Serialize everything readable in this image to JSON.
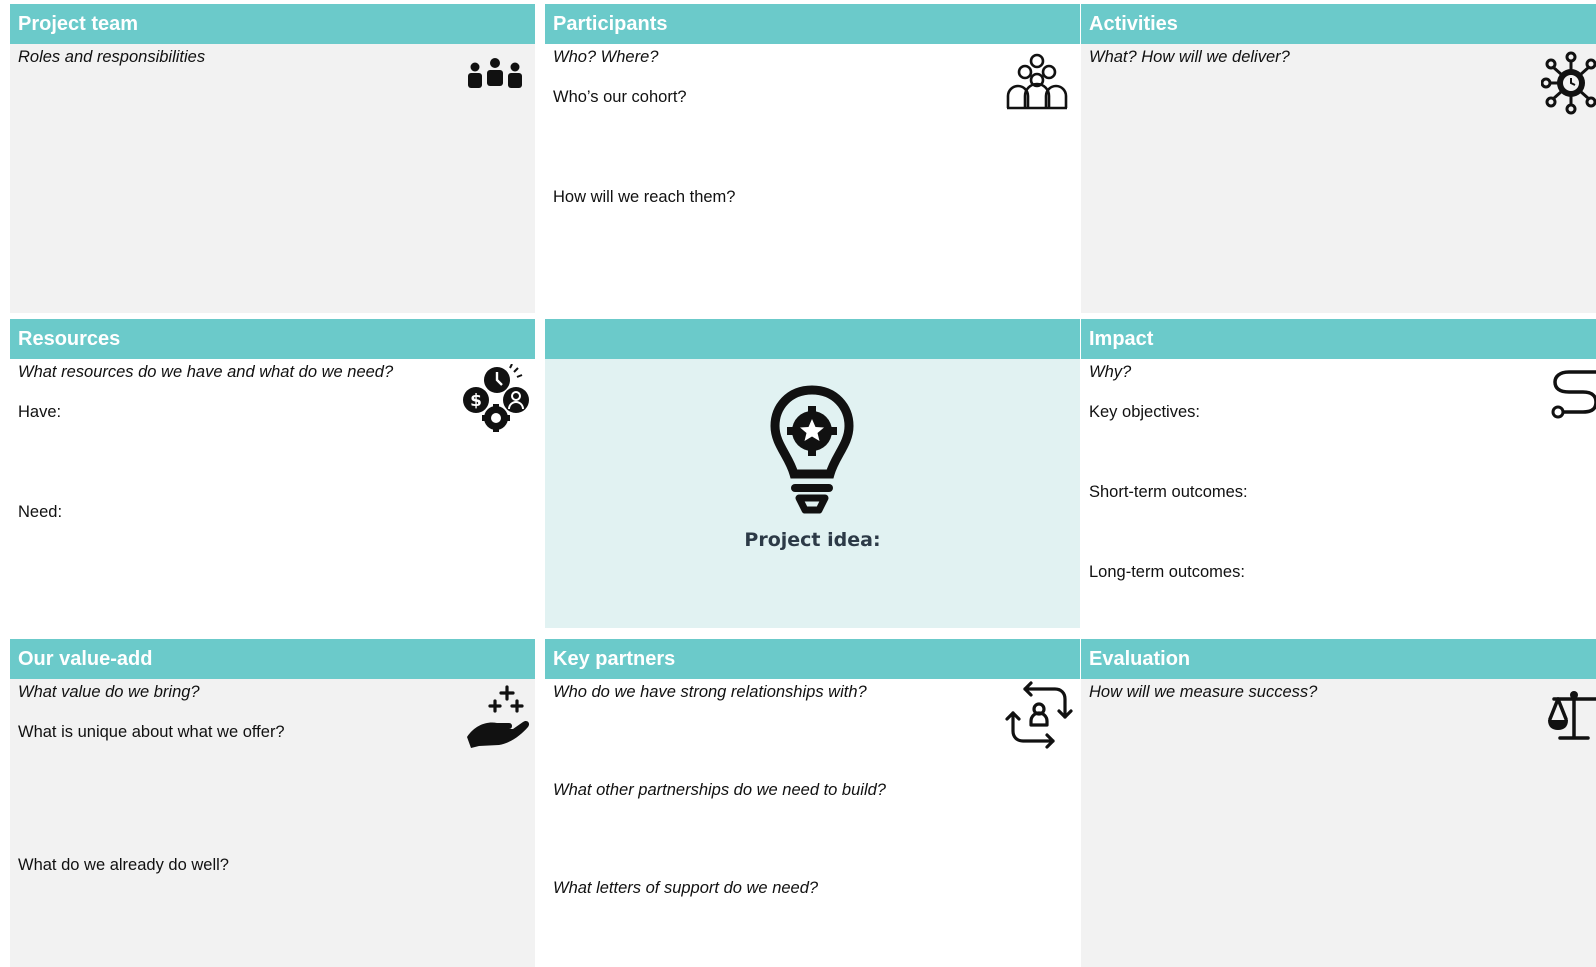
{
  "project_team": {
    "title": "Project team",
    "prompt": "Roles and responsibilities",
    "icon": "team-icon"
  },
  "participants": {
    "title": "Participants",
    "prompt": "Who? Where?",
    "q1": "Who’s our cohort?",
    "q2": "How will we reach them?",
    "icon": "group-icon"
  },
  "activities": {
    "title": "Activities",
    "prompt": "What? How will we deliver?",
    "icon": "process-gear-icon"
  },
  "resources": {
    "title": "Resources",
    "prompt": "What resources do we have and what do we need?",
    "have": "Have:",
    "need": "Need:",
    "icon": "resources-icon"
  },
  "project_idea": {
    "title": "",
    "label": "Project idea:",
    "icon": "lightbulb-icon"
  },
  "impact": {
    "title": "Impact",
    "prompt": "Why?",
    "key_objectives": "Key objectives:",
    "short_term": "Short-term outcomes:",
    "long_term": "Long-term outcomes:",
    "icon": "route-icon"
  },
  "value_add": {
    "title": "Our value-add",
    "prompt": "What value do we bring?",
    "q1": "What is unique about what we offer?",
    "q2": "What do we already do well?",
    "icon": "hand-sparkle-icon"
  },
  "key_partners": {
    "title": "Key partners",
    "prompt": "Who do we have strong relationships with?",
    "q1": "What other partnerships do we need to build?",
    "q2": "What letters of support do we need?",
    "icon": "partner-exchange-icon"
  },
  "evaluation": {
    "title": "Evaluation",
    "prompt": "How will we measure success?",
    "icon": "scales-icon"
  },
  "colors": {
    "header": "#6bcaca",
    "gray_cell": "#f2f2f2",
    "idea_cell": "#e1f2f2"
  }
}
